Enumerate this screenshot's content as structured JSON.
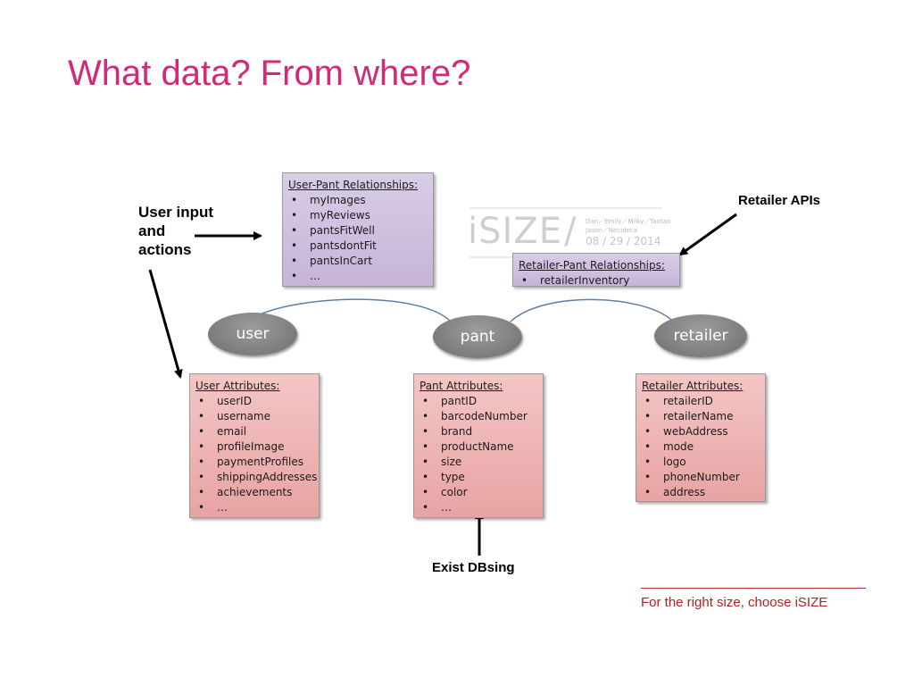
{
  "slide": {
    "title": "What data? From where?",
    "footer": "For the right size, choose iSIZE"
  },
  "logo": {
    "brand": "iSIZE",
    "slash": "/",
    "names_line1": "Dan／Emily／Milky／Taotao",
    "names_line2": "Jason／Necideca",
    "date": "08 / 29 / 2014"
  },
  "annotations": {
    "user_input_line1": "User input",
    "user_input_line2": "and",
    "user_input_line3": "actions",
    "retailer_apis": "Retailer APIs",
    "exist_dbsing": "Exist DBsing"
  },
  "nodes": {
    "user": "user",
    "pant": "pant",
    "retailer": "retailer"
  },
  "boxes": {
    "user_pant": {
      "heading": "User-Pant Relationships:",
      "items": [
        "myImages",
        "myReviews",
        "pantsFitWell",
        "pantsdontFit",
        "pantsInCart",
        "…"
      ]
    },
    "retailer_pant": {
      "heading": "Retailer-Pant Relationships:",
      "items": [
        "retailerInventory"
      ]
    },
    "user_attr": {
      "heading": "User Attributes:",
      "items": [
        "userID",
        "username",
        "email",
        "profileImage",
        "paymentProfiles",
        "shippingAddresses",
        "achievements",
        "…"
      ]
    },
    "pant_attr": {
      "heading": "Pant Attributes:",
      "items": [
        "pantID",
        "barcodeNumber",
        "brand",
        "productName",
        "size",
        "type",
        "color",
        "…"
      ]
    },
    "retailer_attr": {
      "heading": "Retailer Attributes:",
      "items": [
        "retailerID",
        "retailerName",
        "webAddress",
        "mode",
        "logo",
        "phoneNumber",
        "address"
      ]
    }
  },
  "colors": {
    "title": "#d12a76",
    "relationship_box": "#cbbadc",
    "attribute_box": "#eeb3b3",
    "node": "#858585",
    "footer": "#b2211d"
  }
}
